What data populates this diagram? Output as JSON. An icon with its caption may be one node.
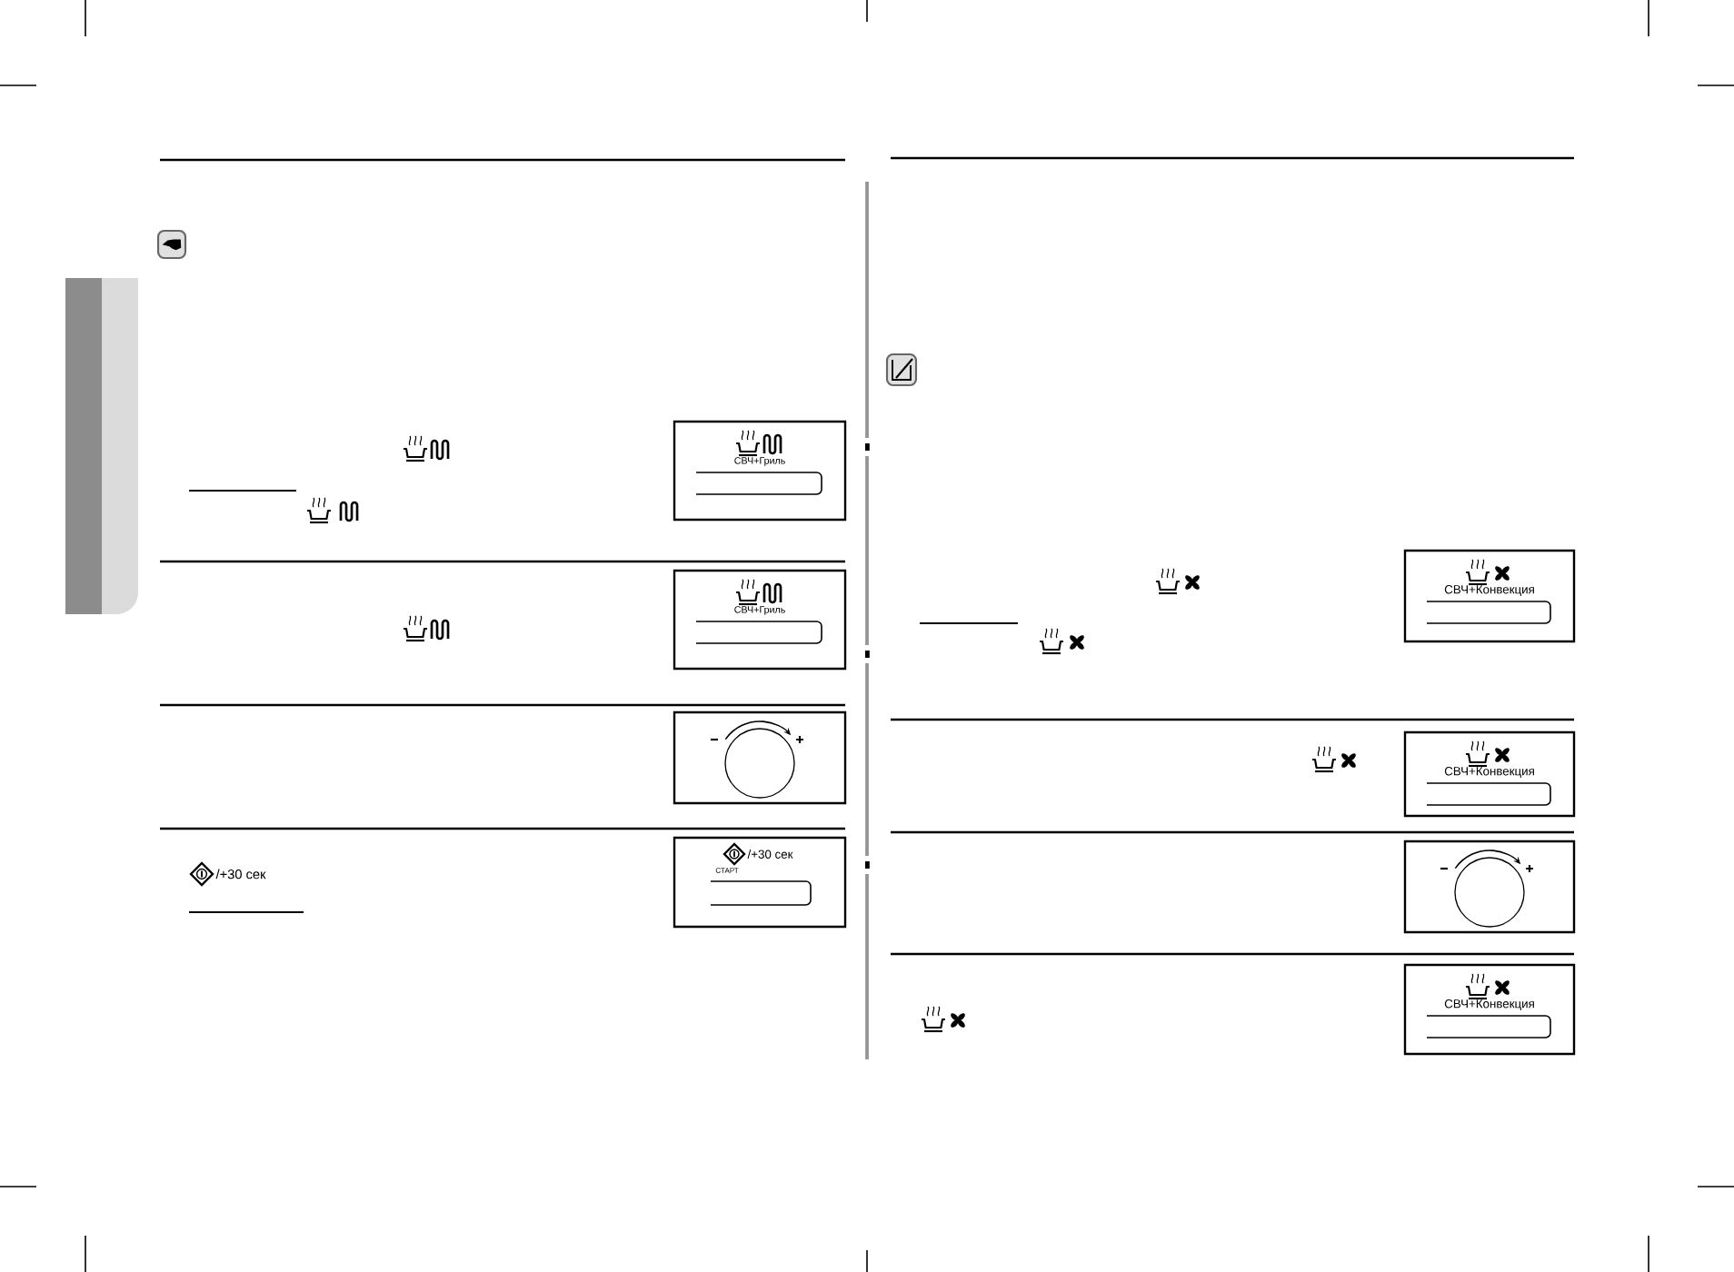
{
  "diagram": {
    "nodes": [
      {
        "text": [
          "СВЧ+Гриль"
        ]
      },
      {
        "text": [
          "СВЧ+Гриль"
        ]
      },
      {
        "text": [],
        "shape": "box"
      },
      {
        "text": [
          "/+30 сек",
          "СТАРТ"
        ]
      },
      {
        "text": [
          "СВЧ+Конвекция"
        ]
      },
      {
        "text": [
          "СВЧ+Конвекция"
        ]
      },
      {
        "text": [],
        "shape": "box"
      },
      {
        "text": [
          "СВЧ+Конвекция"
        ]
      }
    ],
    "labels": [
      "/+30 сек"
    ]
  }
}
